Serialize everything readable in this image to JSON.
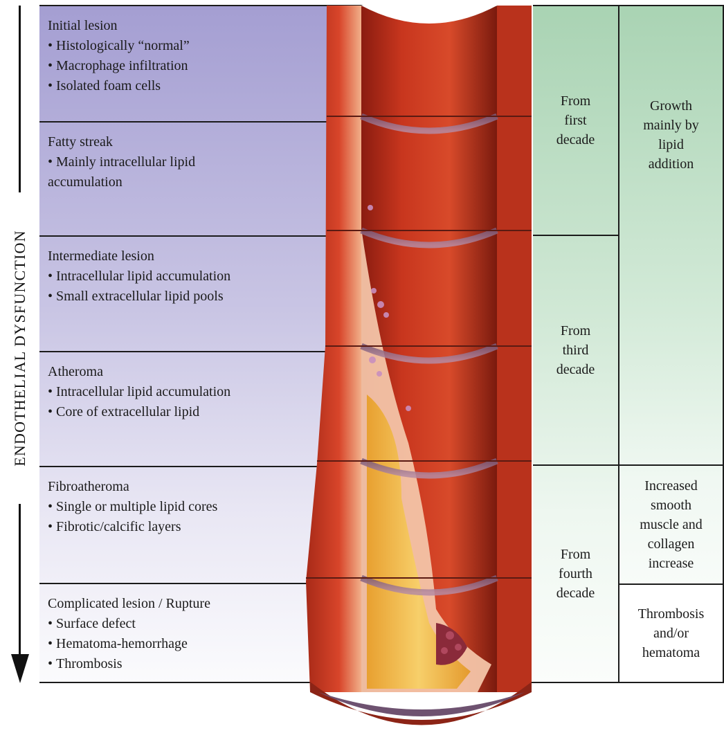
{
  "axis_label": "ENDOTHELIAL DYSFUNCTION",
  "stages": [
    {
      "title": "Initial lesion",
      "items": [
        "Histologically “normal”",
        "Macrophage infiltration",
        "Isolated foam cells"
      ]
    },
    {
      "title": "Fatty streak",
      "items": [
        "Mainly intracellular lipid accumulation"
      ]
    },
    {
      "title": "Intermediate lesion",
      "items": [
        "Intracellular lipid accumulation",
        "Small extracellular lipid pools"
      ]
    },
    {
      "title": "Atheroma",
      "items": [
        "Intracellular lipid accumulation",
        "Core of extracellular lipid"
      ]
    },
    {
      "title": "Fibroatheroma",
      "items": [
        "Single or multiple lipid cores",
        "Fibrotic/calcific layers"
      ]
    },
    {
      "title": "Complicated lesion / Rupture",
      "items": [
        "Surface defect",
        "Hematoma-hemorrhage",
        "Thrombosis"
      ]
    }
  ],
  "onset": [
    {
      "label": "From first decade"
    },
    {
      "label": "From third decade"
    },
    {
      "label": "From fourth decade"
    }
  ],
  "growth": [
    {
      "label": "Growth mainly by lipid addition"
    },
    {
      "label": "Increased smooth muscle and collagen increase"
    },
    {
      "label": "Thrombosis and/or hematoma"
    }
  ],
  "colors": {
    "stage_top": "#a49ed2",
    "stage_bottom": "#f7f6fb",
    "green_top": "#a9d3b3",
    "green_bottom": "#f3f9f4",
    "artery_red": "#c8361e",
    "lipid_yellow": "#f0b43a"
  }
}
